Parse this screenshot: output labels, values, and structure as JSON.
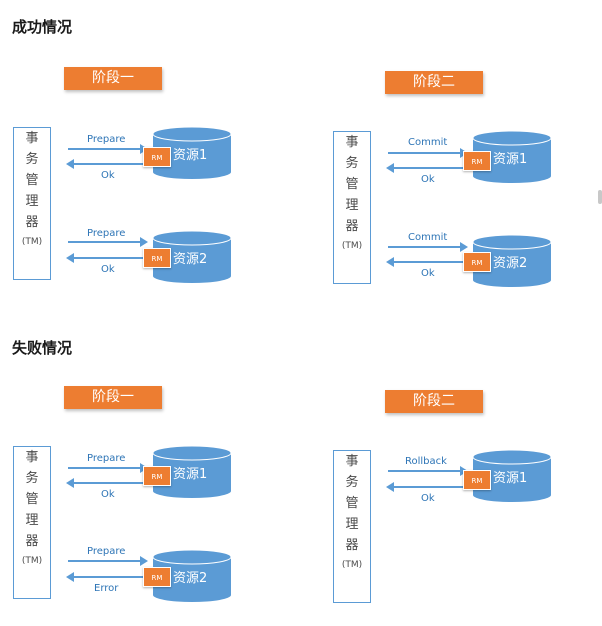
{
  "sections": {
    "success": "成功情况",
    "failure": "失败情况"
  },
  "phases": {
    "phase1": "阶段一",
    "phase2": "阶段二"
  },
  "tm": {
    "chars": [
      "事",
      "务",
      "管",
      "理",
      "器"
    ],
    "abbr": "(TM)"
  },
  "rm_label": "RM",
  "resources": {
    "r1": "资源1",
    "r2": "资源2"
  },
  "messages": {
    "prepare": "Prepare",
    "ok": "Ok",
    "commit": "Commit",
    "rollback": "Rollback",
    "error": "Error"
  },
  "colors": {
    "accent_orange": "#ED7D31",
    "accent_blue": "#5B9BD5",
    "label_blue": "#2E75B6"
  }
}
